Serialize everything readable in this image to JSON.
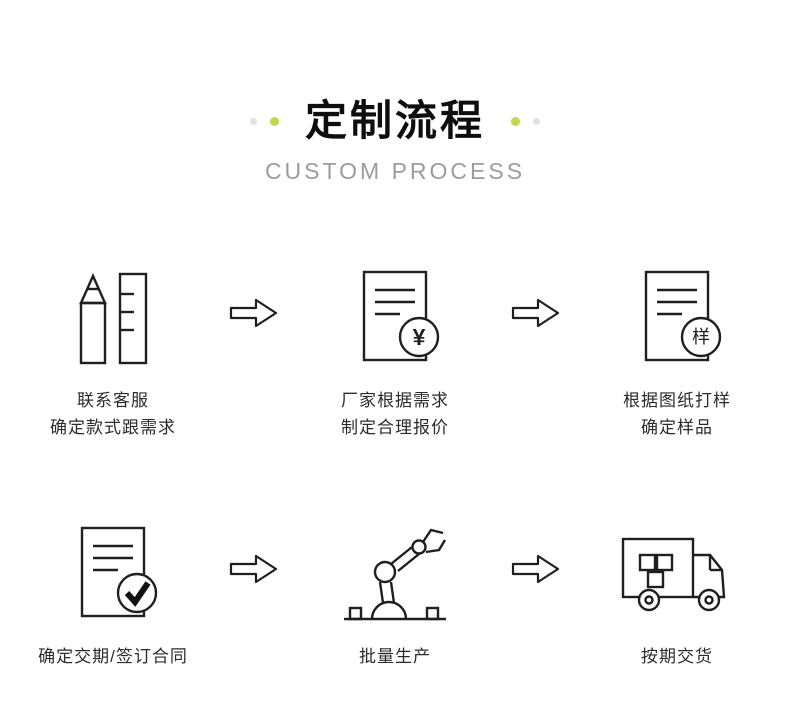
{
  "header": {
    "title": "定制流程",
    "subtitle": "CUSTOM PROCESS"
  },
  "colors": {
    "accent_green": "#c3d54b",
    "decor_gray": "#e2e2e2",
    "icon_stroke": "#1f1f1f",
    "title_text": "#0e0e0e",
    "subtitle_text": "#9c9c9c",
    "label_text": "#2b2b2b"
  },
  "steps": [
    {
      "icon": "pencil-ruler-icon",
      "line1": "联系客服",
      "line2": "确定款式跟需求"
    },
    {
      "icon": "document-price-icon",
      "badge": "¥",
      "line1": "厂家根据需求",
      "line2": "制定合理报价"
    },
    {
      "icon": "document-sample-icon",
      "badge": "样",
      "line1": "根据图纸打样",
      "line2": "确定样品"
    },
    {
      "icon": "document-check-icon",
      "line1": "确定交期/签订合同"
    },
    {
      "icon": "robot-arm-icon",
      "line1": "批量生产"
    },
    {
      "icon": "truck-delivery-icon",
      "line1": "按期交货"
    }
  ]
}
